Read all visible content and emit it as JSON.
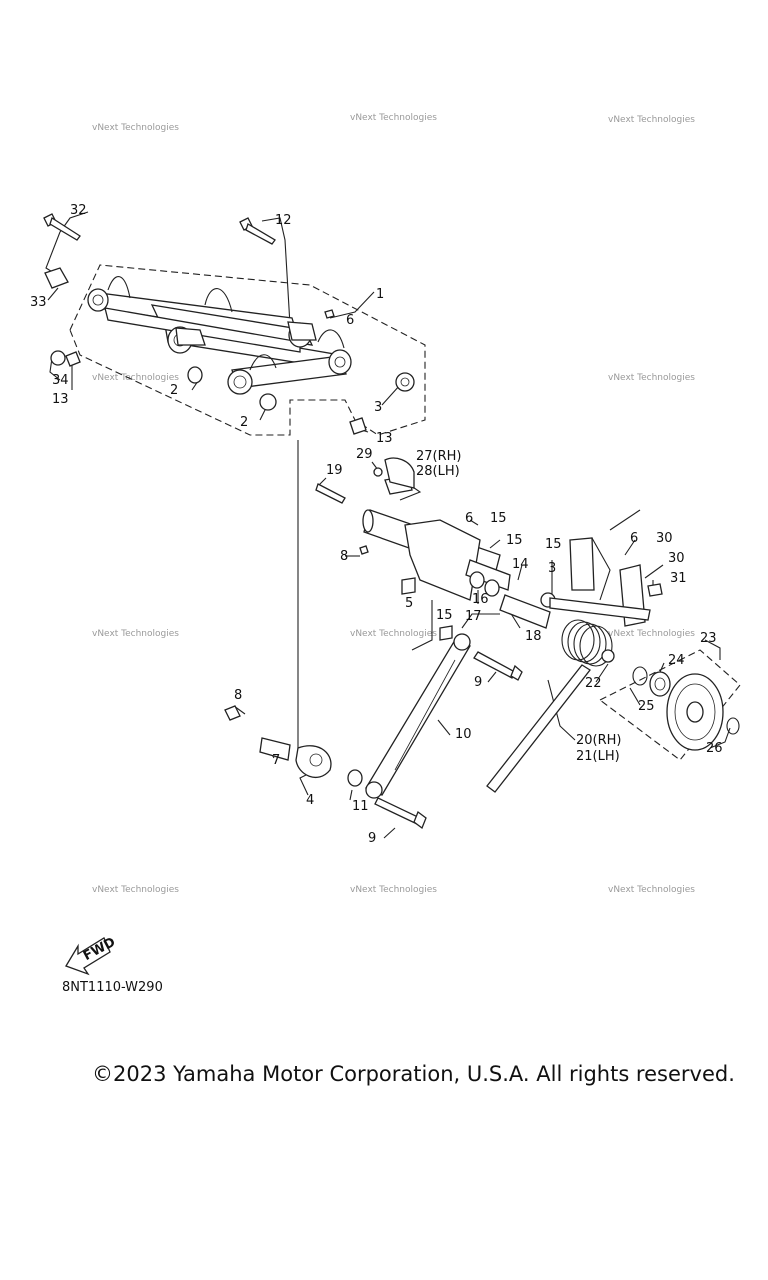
{
  "watermark": "vNext Technologies",
  "diagram_code": "8NT1110-W290",
  "copyright": "©2023 Yamaha Motor Corporation, U.S.A. All rights reserved.",
  "fwd_label": "FWD",
  "callouts": {
    "c1": "1",
    "c2a": "2",
    "c2b": "2",
    "c3a": "3",
    "c3b": "3",
    "c4": "4",
    "c5": "5",
    "c6a": "6",
    "c6b": "6",
    "c6c": "6",
    "c7": "7",
    "c8a": "8",
    "c8b": "8",
    "c9a": "9",
    "c9b": "9",
    "c10": "10",
    "c11": "11",
    "c12": "12",
    "c13a": "13",
    "c13b": "13",
    "c14": "14",
    "c15a": "15",
    "c15b": "15",
    "c15c": "15",
    "c15d": "15",
    "c16": "16",
    "c17": "17",
    "c18": "18",
    "c19": "19",
    "c20": "20(RH)",
    "c21": "21(LH)",
    "c22": "22",
    "c23": "23",
    "c24": "24",
    "c25": "25",
    "c26": "26",
    "c27": "27(RH)",
    "c28": "28(LH)",
    "c29": "29",
    "c30a": "30",
    "c30b": "30",
    "c31": "31",
    "c32": "32",
    "c33": "33",
    "c34": "34"
  }
}
